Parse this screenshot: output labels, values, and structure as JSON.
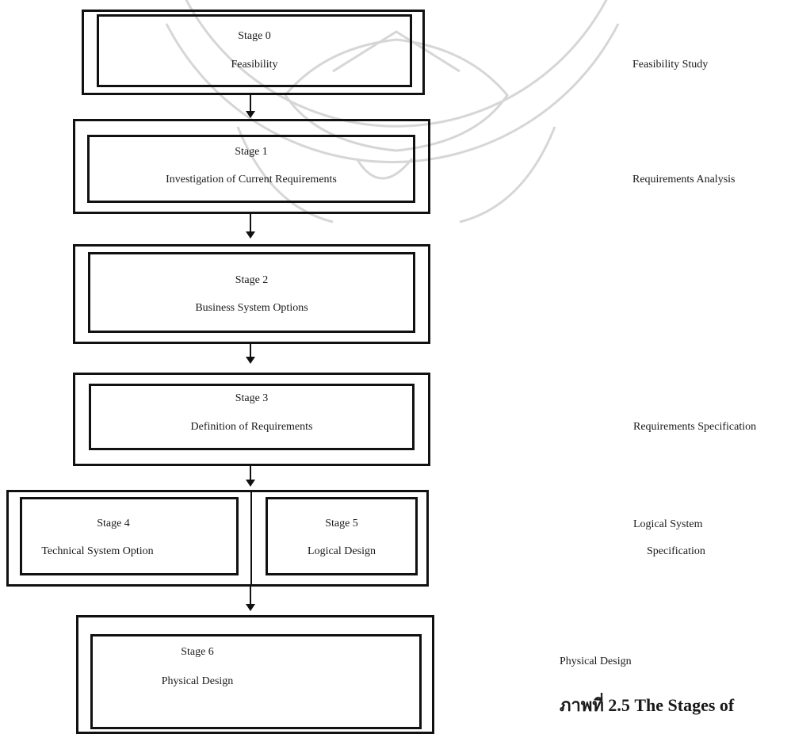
{
  "stages": [
    {
      "label": "Stage 0",
      "name": "Feasibility"
    },
    {
      "label": "Stage 1",
      "name": "Investigation of Current Requirements"
    },
    {
      "label": "Stage 2",
      "name": "Business System Options"
    },
    {
      "label": "Stage 3",
      "name": "Definition of Requirements"
    },
    {
      "label": "Stage 4",
      "name": "Technical System Option"
    },
    {
      "label": "Stage 5",
      "name": "Logical Design"
    },
    {
      "label": "Stage 6",
      "name": "Physical Design"
    }
  ],
  "side_labels": {
    "feasibility_study": "Feasibility Study",
    "requirements_analysis": "Requirements Analysis",
    "requirements_specification": "Requirements Specification",
    "logical_system_line1": "Logical System",
    "logical_system_line2": "Specification",
    "physical_design": "Physical Design"
  },
  "caption": "ภาพที่ 2.5  The Stages of"
}
